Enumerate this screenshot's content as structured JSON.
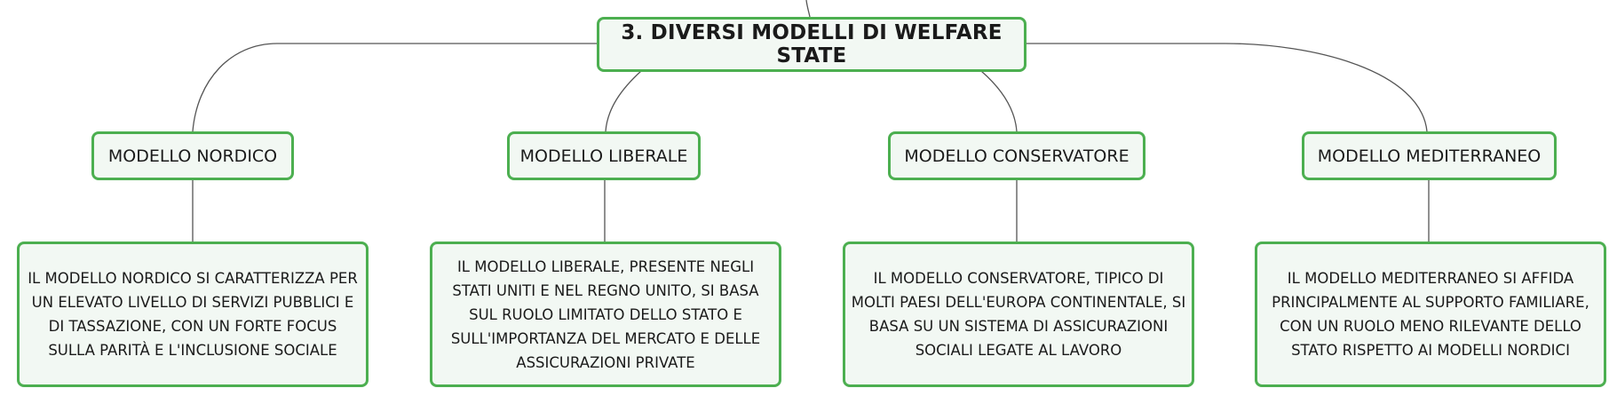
{
  "diagram": {
    "root": {
      "label": "3. DIVERSI MODELLI DI WELFARE STATE"
    },
    "models": [
      {
        "label": "MODELLO NORDICO",
        "description": "IL MODELLO NORDICO SI CARATTERIZZA PER UN ELEVATO LIVELLO DI SERVIZI PUBBLICI E DI TASSAZIONE, CON UN FORTE FOCUS SULLA PARITÀ E L'INCLUSIONE SOCIALE"
      },
      {
        "label": "MODELLO LIBERALE",
        "description": "IL MODELLO LIBERALE, PRESENTE NEGLI STATI UNITI E NEL REGNO UNITO, SI BASA SUL RUOLO LIMITATO DELLO STATO E SULL'IMPORTANZA DEL MERCATO E DELLE ASSICURAZIONI PRIVATE"
      },
      {
        "label": "MODELLO CONSERVATORE",
        "description": "IL MODELLO CONSERVATORE, TIPICO DI MOLTI PAESI DELL'EUROPA CONTINENTALE, SI BASA SU UN SISTEMA DI ASSICURAZIONI SOCIALI LEGATE AL LAVORO"
      },
      {
        "label": "MODELLO MEDITERRANEO",
        "description": "IL MODELLO MEDITERRANEO SI AFFIDA PRINCIPALMENTE AL SUPPORTO FAMILIARE, CON UN RUOLO MENO RILEVANTE DELLO STATO RISPETTO AI MODELLI NORDICI"
      }
    ]
  },
  "colors": {
    "node_border": "#4caf50",
    "node_fill": "#f2f8f3",
    "connector": "#555555"
  }
}
